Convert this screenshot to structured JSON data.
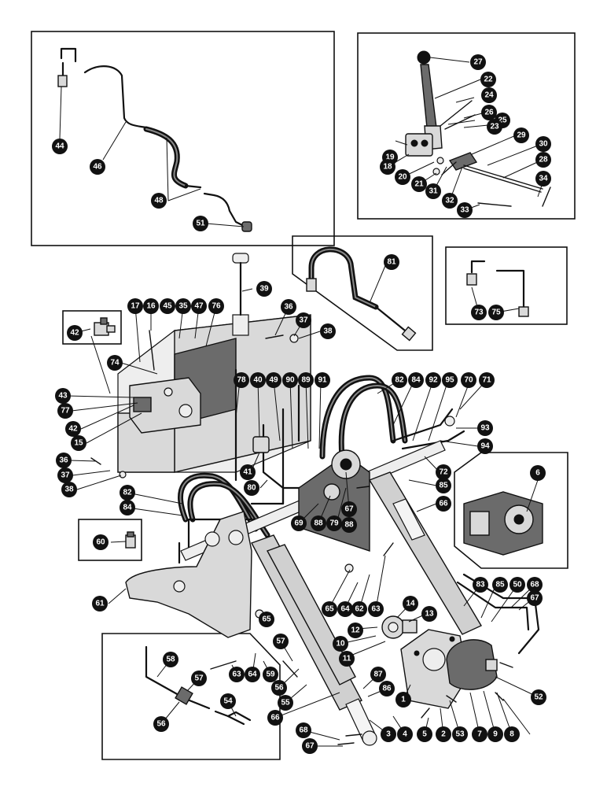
{
  "diagram": {
    "callouts": [
      "1",
      "2",
      "3",
      "4",
      "5",
      "6",
      "7",
      "8",
      "9",
      "10",
      "11",
      "12",
      "13",
      "14",
      "15",
      "16",
      "17",
      "18",
      "19",
      "20",
      "21",
      "22",
      "23",
      "24",
      "25",
      "26",
      "27",
      "28",
      "29",
      "30",
      "31",
      "32",
      "33",
      "34",
      "35",
      "36",
      "37",
      "38",
      "39",
      "40",
      "41",
      "42",
      "43",
      "44",
      "45",
      "46",
      "47",
      "48",
      "49",
      "50",
      "51",
      "52",
      "53",
      "54",
      "55",
      "56",
      "57",
      "58",
      "59",
      "60",
      "61",
      "62",
      "63",
      "64",
      "65",
      "66",
      "67",
      "68",
      "69",
      "70",
      "71",
      "72",
      "73",
      "74",
      "75",
      "76",
      "77",
      "78",
      "79",
      "80",
      "81",
      "82",
      "83",
      "84",
      "85",
      "86",
      "87",
      "88",
      "89",
      "90",
      "91",
      "92",
      "93",
      "94",
      "95"
    ]
  }
}
